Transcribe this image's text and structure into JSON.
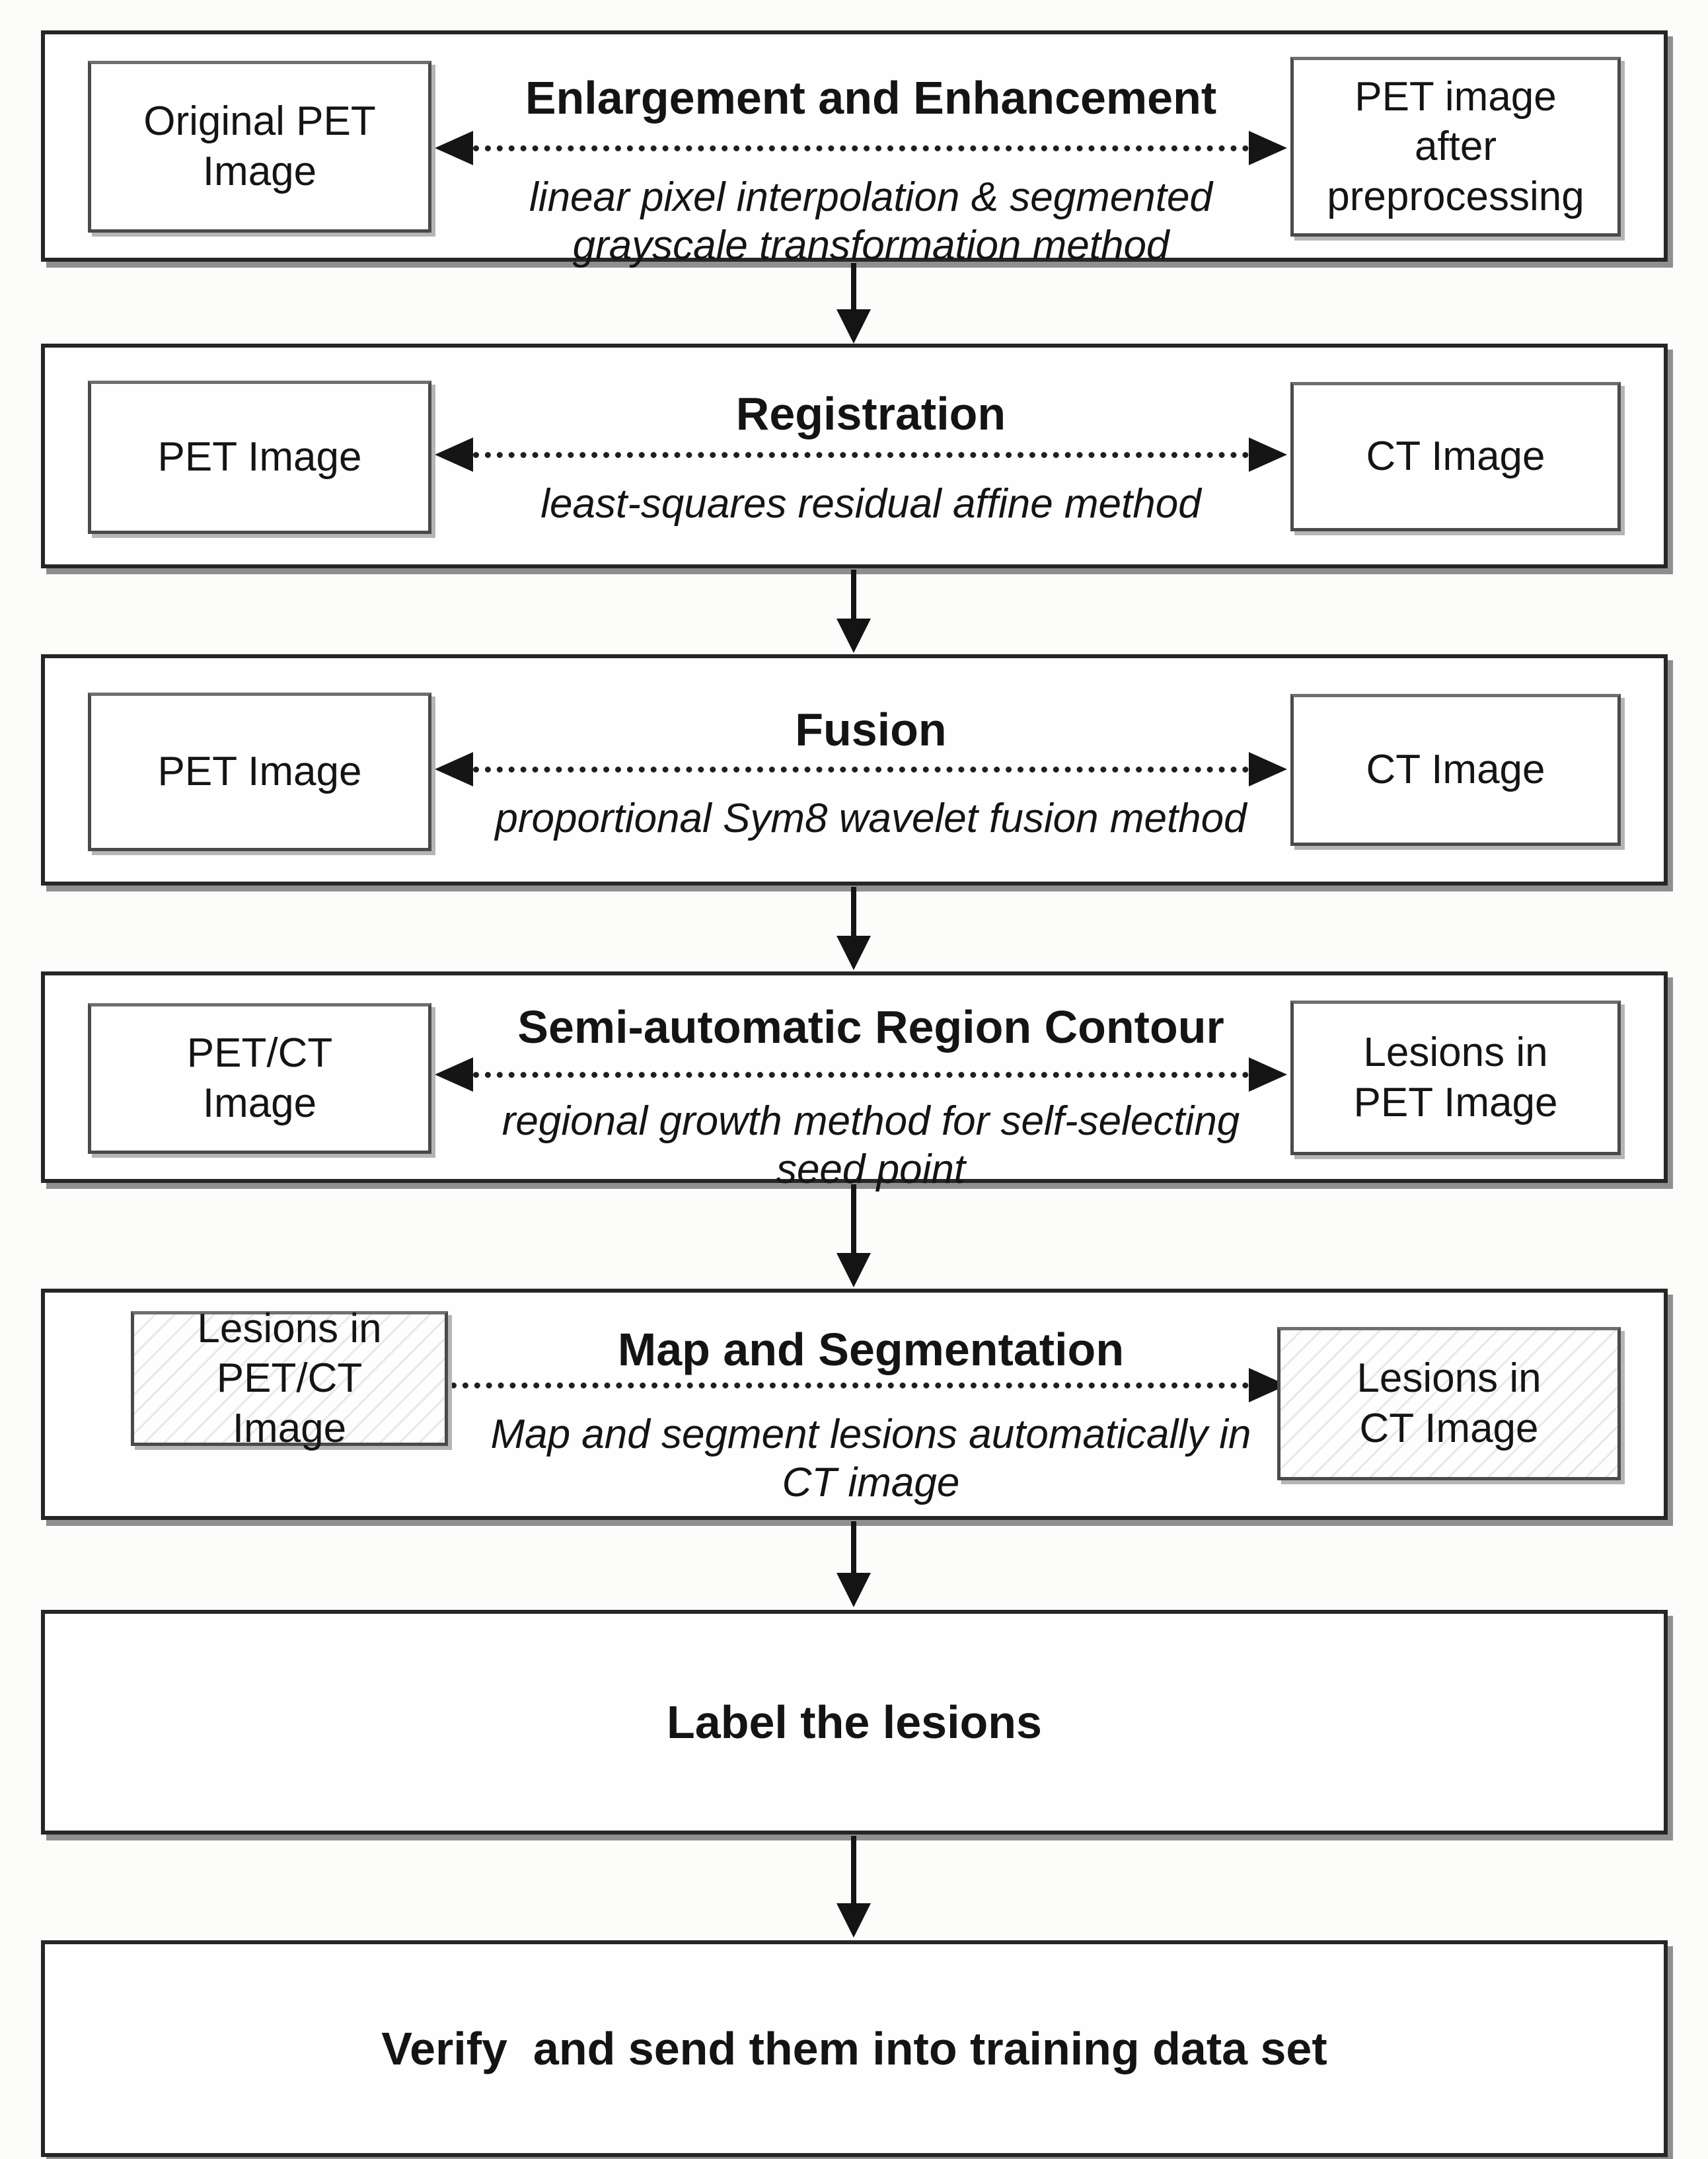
{
  "figure": {
    "background_color": "#fcfcfb",
    "ink_color": "#141414",
    "shadow_color": "#8f8f8f",
    "arrow_style_between_steps": "solid-down-arrow",
    "arrow_style_inside_steps": "dotted-horizontal-arrow"
  },
  "sections": [
    {
      "title": "Enlargement and Enhancement",
      "subtitle": "linear pixel interpolation & segmented\ngrayscale transformation method",
      "left_box": "Original PET\nImage",
      "right_box": "PET image\nafter\npreprocessing",
      "arrow_direction": "bidirectional",
      "hatched": false
    },
    {
      "title": "Registration",
      "subtitle": "least-squares residual affine method",
      "left_box": "PET Image",
      "right_box": "CT Image",
      "arrow_direction": "bidirectional",
      "hatched": false
    },
    {
      "title": "Fusion",
      "subtitle": "proportional Sym8 wavelet fusion method",
      "left_box": "PET Image",
      "right_box": "CT Image",
      "arrow_direction": "bidirectional",
      "hatched": false
    },
    {
      "title": "Semi-automatic Region Contour",
      "subtitle": "regional growth method for self-selecting\nseed point",
      "left_box": "PET/CT\nImage",
      "right_box": "Lesions in\nPET Image",
      "arrow_direction": "bidirectional",
      "hatched": false
    },
    {
      "title": "Map and Segmentation",
      "subtitle": "Map and segment lesions automatically in\nCT image",
      "left_box": "Lesions in\nPET/CT\nImage",
      "right_box": "Lesions in\nCT Image",
      "arrow_direction": "right-only",
      "hatched": true
    },
    {
      "label": "Label the lesions"
    },
    {
      "label": "Verify  and send them into training data set"
    }
  ]
}
